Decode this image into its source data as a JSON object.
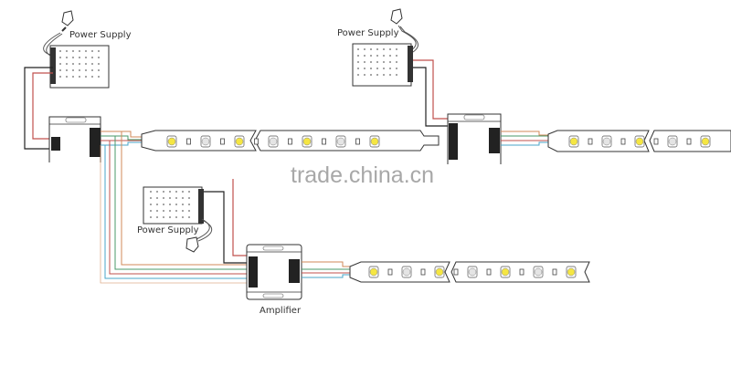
{
  "diagram": {
    "type": "RGB LED strip wiring diagram with amplifiers",
    "watermark": "trade.china.cn",
    "colors": {
      "wire_black": "#222222",
      "wire_red": "#c0504d",
      "wire_green": "#4a9a6a",
      "wire_blue": "#4aa6c8",
      "wire_orange": "#d08a5a",
      "led_yellow": "#f5e642",
      "led_grey": "#e4e4e4"
    },
    "power_supplies": [
      {
        "id": "ps1",
        "label": "Power Supply"
      },
      {
        "id": "ps2",
        "label": "Power Supply"
      },
      {
        "id": "ps3",
        "label": "Power Supply"
      }
    ],
    "controllers": [
      {
        "id": "ctrl1",
        "label": ""
      },
      {
        "id": "amp1",
        "label": ""
      },
      {
        "id": "amp2",
        "label": "Amplifier"
      }
    ],
    "strips": [
      {
        "id": "strip1",
        "leds": [
          "yellow",
          "grey",
          "yellow",
          "grey",
          "yellow",
          "grey",
          "yellow"
        ]
      },
      {
        "id": "strip2",
        "leds": [
          "yellow",
          "grey",
          "yellow",
          "grey",
          "yellow"
        ]
      },
      {
        "id": "strip3",
        "leds": [
          "yellow",
          "grey",
          "yellow",
          "grey",
          "yellow",
          "grey",
          "yellow"
        ]
      }
    ]
  }
}
